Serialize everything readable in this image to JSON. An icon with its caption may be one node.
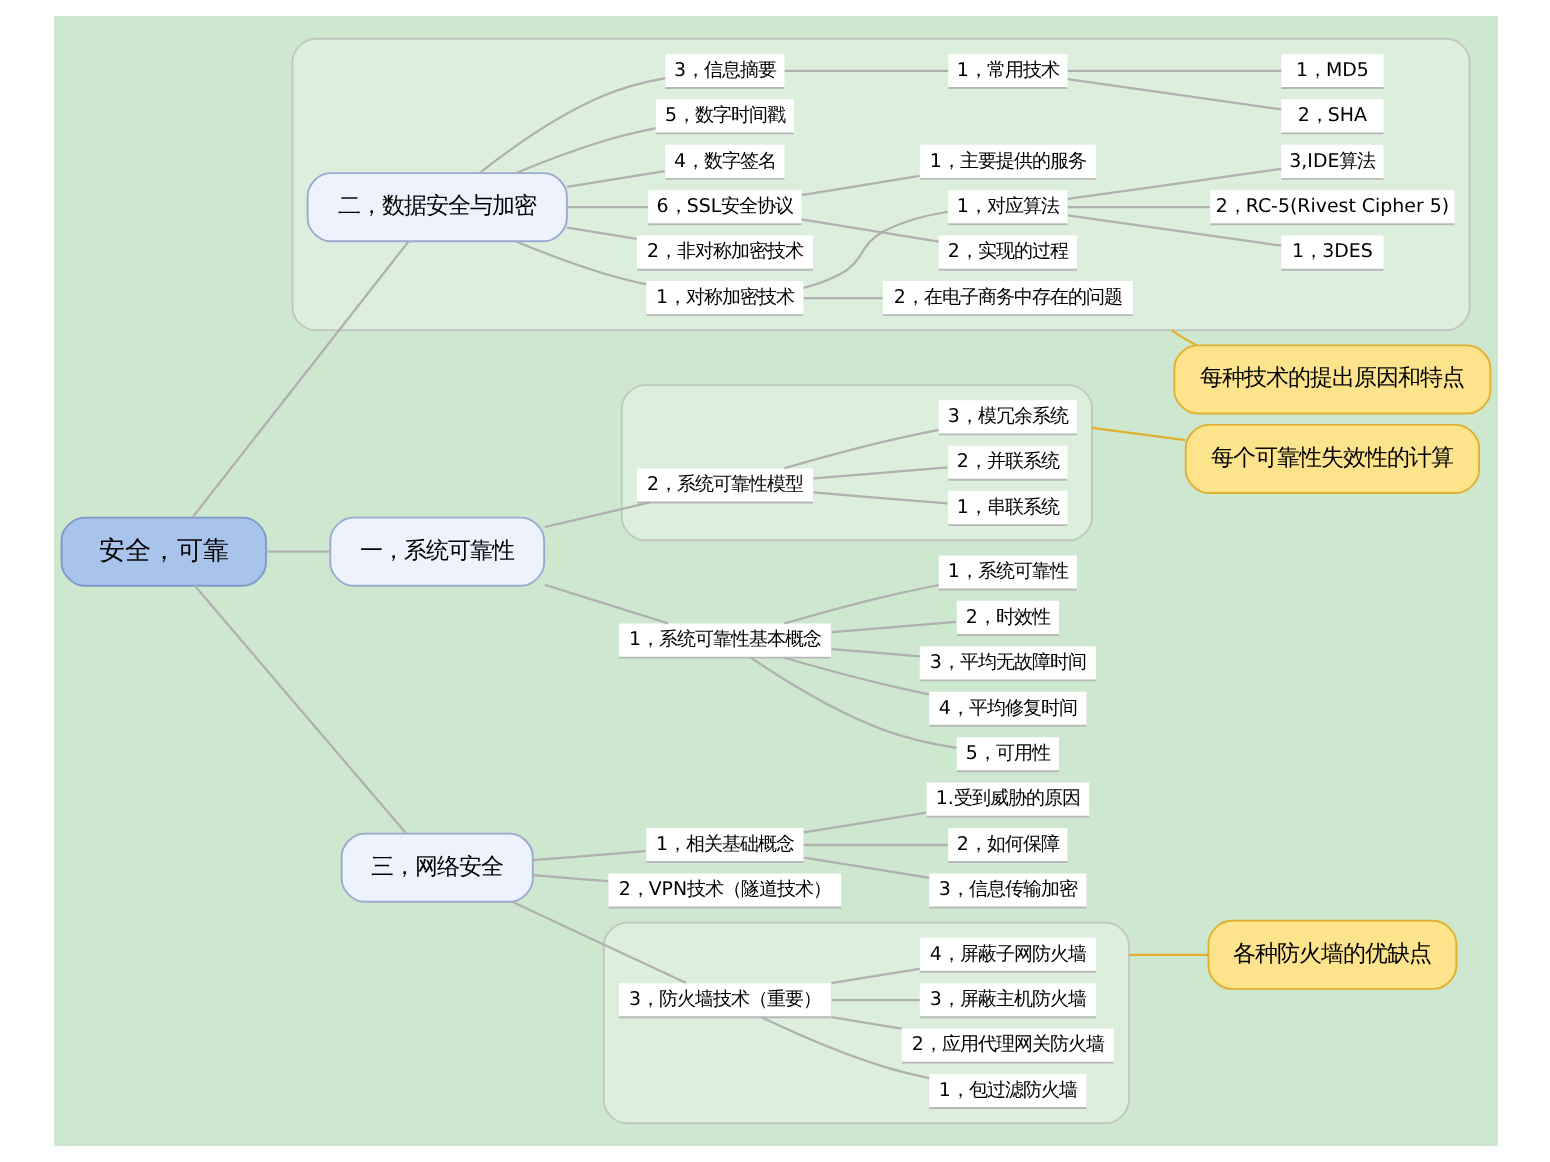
{
  "diagram": {
    "nodes": [
      {
        "text": [
          "安全，可靠"
        ]
      },
      {
        "text": [
          "一，系统可靠性"
        ]
      },
      {
        "text": [
          "1，系统可靠性基本概念"
        ]
      },
      {
        "text": [
          "1，系统可靠性"
        ]
      },
      {
        "text": [
          "2，时效性"
        ]
      },
      {
        "text": [
          "3，平均无故障时间"
        ]
      },
      {
        "text": [
          "4，平均修复时间"
        ]
      },
      {
        "text": [
          "5，可用性"
        ]
      },
      {
        "text": [],
        "shape": "cloud"
      },
      {
        "text": [
          "2，系统可靠性模型"
        ],
        "in": 8
      },
      {
        "text": [
          "1，串联系统"
        ],
        "in": 8
      },
      {
        "text": [
          "2，并联系统"
        ],
        "in": 8
      },
      {
        "text": [
          "3，模冗余系统"
        ],
        "in": 8
      },
      {
        "text": [
          "每个可靠性失效性的计算"
        ]
      },
      {
        "text": [],
        "shape": "cloud"
      },
      {
        "text": [
          "二，数据安全与加密"
        ],
        "in": 14
      },
      {
        "text": [
          "1，对称加密技术"
        ],
        "in": 14
      },
      {
        "text": [
          "1，对应算法"
        ],
        "in": 14
      },
      {
        "text": [
          "1，3DES"
        ],
        "in": 14
      },
      {
        "text": [
          "2，RC-5(Rivest Cipher 5)"
        ],
        "in": 14
      },
      {
        "text": [
          "3,IDE算法"
        ],
        "in": 14
      },
      {
        "text": [
          "2，在电子商务中存在的问题"
        ],
        "in": 14
      },
      {
        "text": [
          "2，非对称加密技术"
        ],
        "in": 14
      },
      {
        "text": [
          "3，信息摘要"
        ],
        "in": 14
      },
      {
        "text": [
          "1，常用技术"
        ],
        "in": 14
      },
      {
        "text": [
          "1，MD5"
        ],
        "in": 14
      },
      {
        "text": [
          "2，SHA"
        ],
        "in": 14
      },
      {
        "text": [
          "4，数字签名"
        ],
        "in": 14
      },
      {
        "text": [
          "5，数字时间戳"
        ],
        "in": 14
      },
      {
        "text": [
          "6，SSL安全协议"
        ],
        "in": 14
      },
      {
        "text": [
          "1，主要提供的服务"
        ],
        "in": 14
      },
      {
        "text": [
          "2，实现的过程"
        ],
        "in": 14
      },
      {
        "text": [
          "每种技术的提出原因和特点"
        ]
      },
      {
        "text": [
          "三，网络安全"
        ]
      },
      {
        "text": [
          "1，相关基础概念"
        ]
      },
      {
        "text": [
          "1.受到威胁的原因"
        ]
      },
      {
        "text": [
          "2，如何保障"
        ]
      },
      {
        "text": [
          "3，信息传输加密"
        ]
      },
      {
        "text": [
          "2，VPN技术（隧道技术）"
        ]
      },
      {
        "text": [],
        "shape": "cloud"
      },
      {
        "text": [
          "3，防火墙技术（重要）"
        ],
        "in": 39
      },
      {
        "text": [
          "1，包过滤防火墙"
        ],
        "in": 39
      },
      {
        "text": [
          "2，应用代理网关防火墙"
        ],
        "in": 39
      },
      {
        "text": [
          "3，屏蔽主机防火墙"
        ],
        "in": 39
      },
      {
        "text": [
          "4，屏蔽子网防火墙"
        ],
        "in": 39
      },
      {
        "text": [
          "各种防火墙的优缺点"
        ]
      }
    ],
    "edges": [
      {
        "from": 0,
        "to": 1,
        "arrow": "none"
      },
      {
        "from": 1,
        "to": 2,
        "arrow": "none"
      },
      {
        "from": 2,
        "to": 3,
        "arrow": "none"
      },
      {
        "from": 2,
        "to": 4,
        "arrow": "none"
      },
      {
        "from": 2,
        "to": 5,
        "arrow": "none"
      },
      {
        "from": 2,
        "to": 6,
        "arrow": "none"
      },
      {
        "from": 2,
        "to": 7,
        "arrow": "none"
      },
      {
        "from": 1,
        "to": 9,
        "arrow": "none"
      },
      {
        "from": 9,
        "to": 10,
        "arrow": "none"
      },
      {
        "from": 9,
        "to": 11,
        "arrow": "none"
      },
      {
        "from": 9,
        "to": 12,
        "arrow": "none"
      },
      {
        "from": 8,
        "to": 13,
        "arrow": "none",
        "color": "#e0b030"
      },
      {
        "from": 0,
        "to": 15,
        "arrow": "none"
      },
      {
        "from": 15,
        "to": 16,
        "arrow": "none"
      },
      {
        "from": 16,
        "to": 17,
        "arrow": "none"
      },
      {
        "from": 17,
        "to": 18,
        "arrow": "none"
      },
      {
        "from": 17,
        "to": 19,
        "arrow": "none"
      },
      {
        "from": 17,
        "to": 20,
        "arrow": "none"
      },
      {
        "from": 16,
        "to": 21,
        "arrow": "none"
      },
      {
        "from": 15,
        "to": 22,
        "arrow": "none"
      },
      {
        "from": 15,
        "to": 23,
        "arrow": "none"
      },
      {
        "from": 23,
        "to": 24,
        "arrow": "none"
      },
      {
        "from": 24,
        "to": 25,
        "arrow": "none"
      },
      {
        "from": 24,
        "to": 26,
        "arrow": "none"
      },
      {
        "from": 15,
        "to": 27,
        "arrow": "none"
      },
      {
        "from": 15,
        "to": 28,
        "arrow": "none"
      },
      {
        "from": 15,
        "to": 29,
        "arrow": "none"
      },
      {
        "from": 29,
        "to": 30,
        "arrow": "none"
      },
      {
        "from": 29,
        "to": 31,
        "arrow": "none"
      },
      {
        "from": 14,
        "to": 32,
        "arrow": "none",
        "color": "#e0b030"
      },
      {
        "from": 0,
        "to": 33,
        "arrow": "none"
      },
      {
        "from": 33,
        "to": 34,
        "arrow": "none"
      },
      {
        "from": 34,
        "to": 35,
        "arrow": "none"
      },
      {
        "from": 34,
        "to": 36,
        "arrow": "none"
      },
      {
        "from": 34,
        "to": 37,
        "arrow": "none"
      },
      {
        "from": 33,
        "to": 38,
        "arrow": "none"
      },
      {
        "from": 33,
        "to": 40,
        "arrow": "none"
      },
      {
        "from": 40,
        "to": 41,
        "arrow": "none"
      },
      {
        "from": 40,
        "to": 42,
        "arrow": "none"
      },
      {
        "from": 40,
        "to": 43,
        "arrow": "none"
      },
      {
        "from": 40,
        "to": 44,
        "arrow": "none"
      },
      {
        "from": 39,
        "to": 45,
        "arrow": "none",
        "color": "#e0b030"
      }
    ]
  }
}
